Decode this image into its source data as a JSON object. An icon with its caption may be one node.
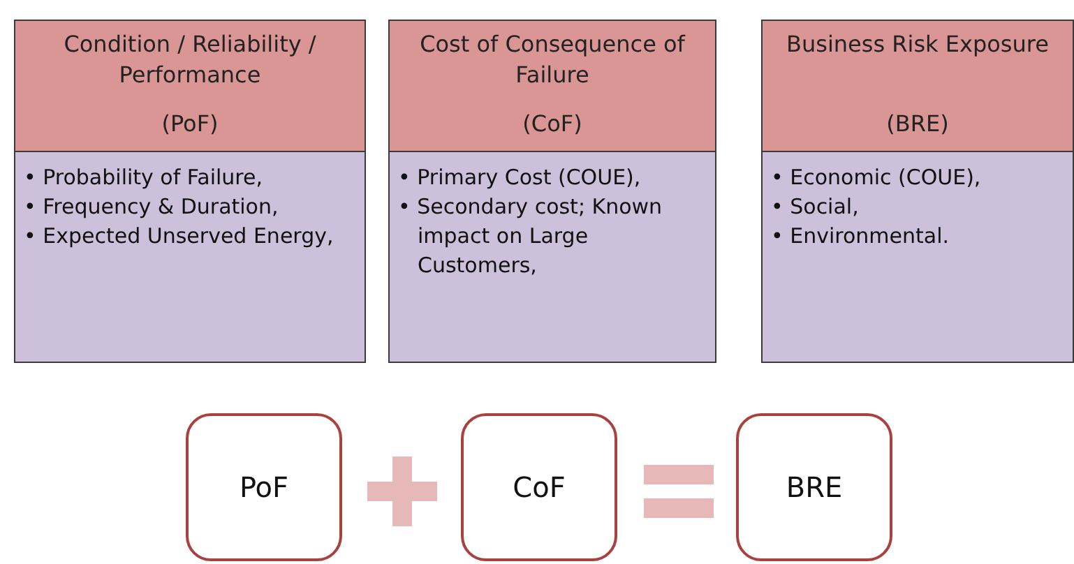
{
  "diagram": {
    "nodes": [
      {
        "text": [
          "Condition / Reliability / Performance",
          "(PoF)"
        ]
      },
      {
        "text": [
          "• Probability of Failure,",
          "• Frequency & Duration,",
          "• Expected Unserved Energy,"
        ]
      },
      {
        "text": [
          "Cost of Consequence of Failure",
          "(CoF)"
        ]
      },
      {
        "text": [
          "• Primary Cost (COUE),",
          "• Secondary cost; Known impact on Large Customers,"
        ]
      },
      {
        "text": [
          "Business Risk Exposure",
          "(BRE)"
        ]
      },
      {
        "text": [
          "• Economic (COUE),",
          "• Social,",
          "• Environmental."
        ]
      },
      {
        "text": [
          "PoF"
        ]
      },
      {
        "text": [
          "CoF"
        ]
      },
      {
        "text": [
          "BRE"
        ]
      }
    ]
  }
}
